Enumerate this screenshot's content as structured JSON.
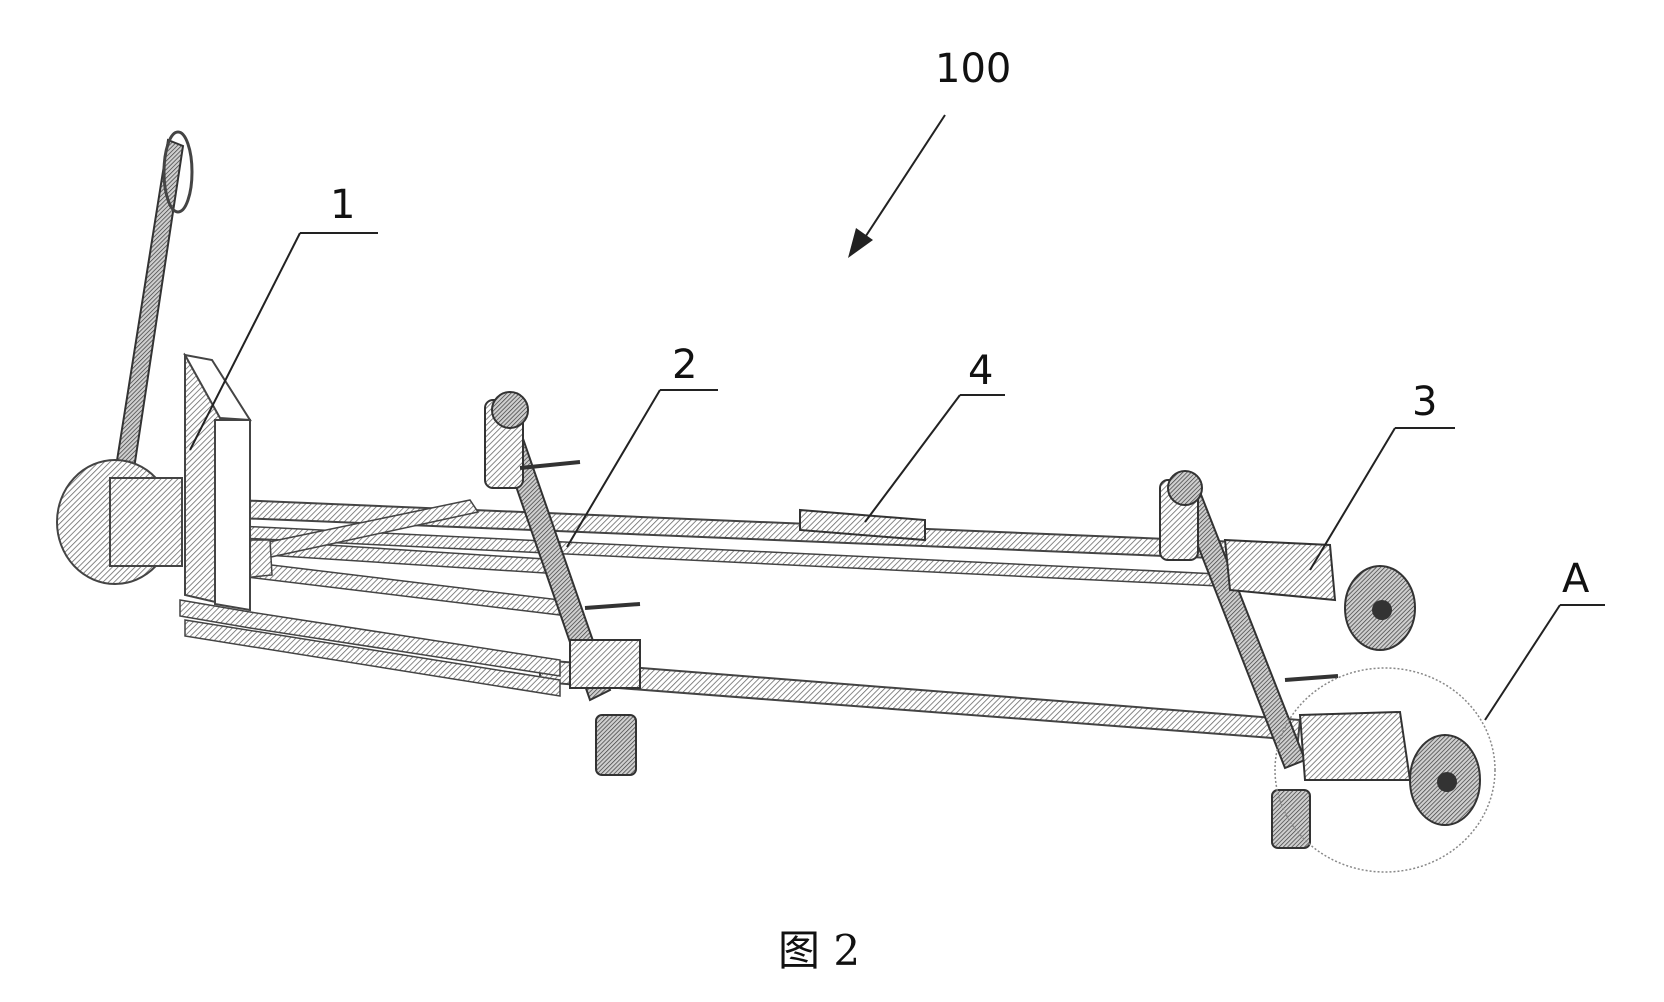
{
  "figure": {
    "labels": {
      "assembly": "100",
      "part1": "1",
      "part2": "2",
      "part3": "3",
      "part4": "4",
      "detailA": "A"
    },
    "caption": "图 2"
  },
  "colors": {
    "ink": "#111111",
    "hatch": "#555555",
    "background": "#ffffff"
  }
}
